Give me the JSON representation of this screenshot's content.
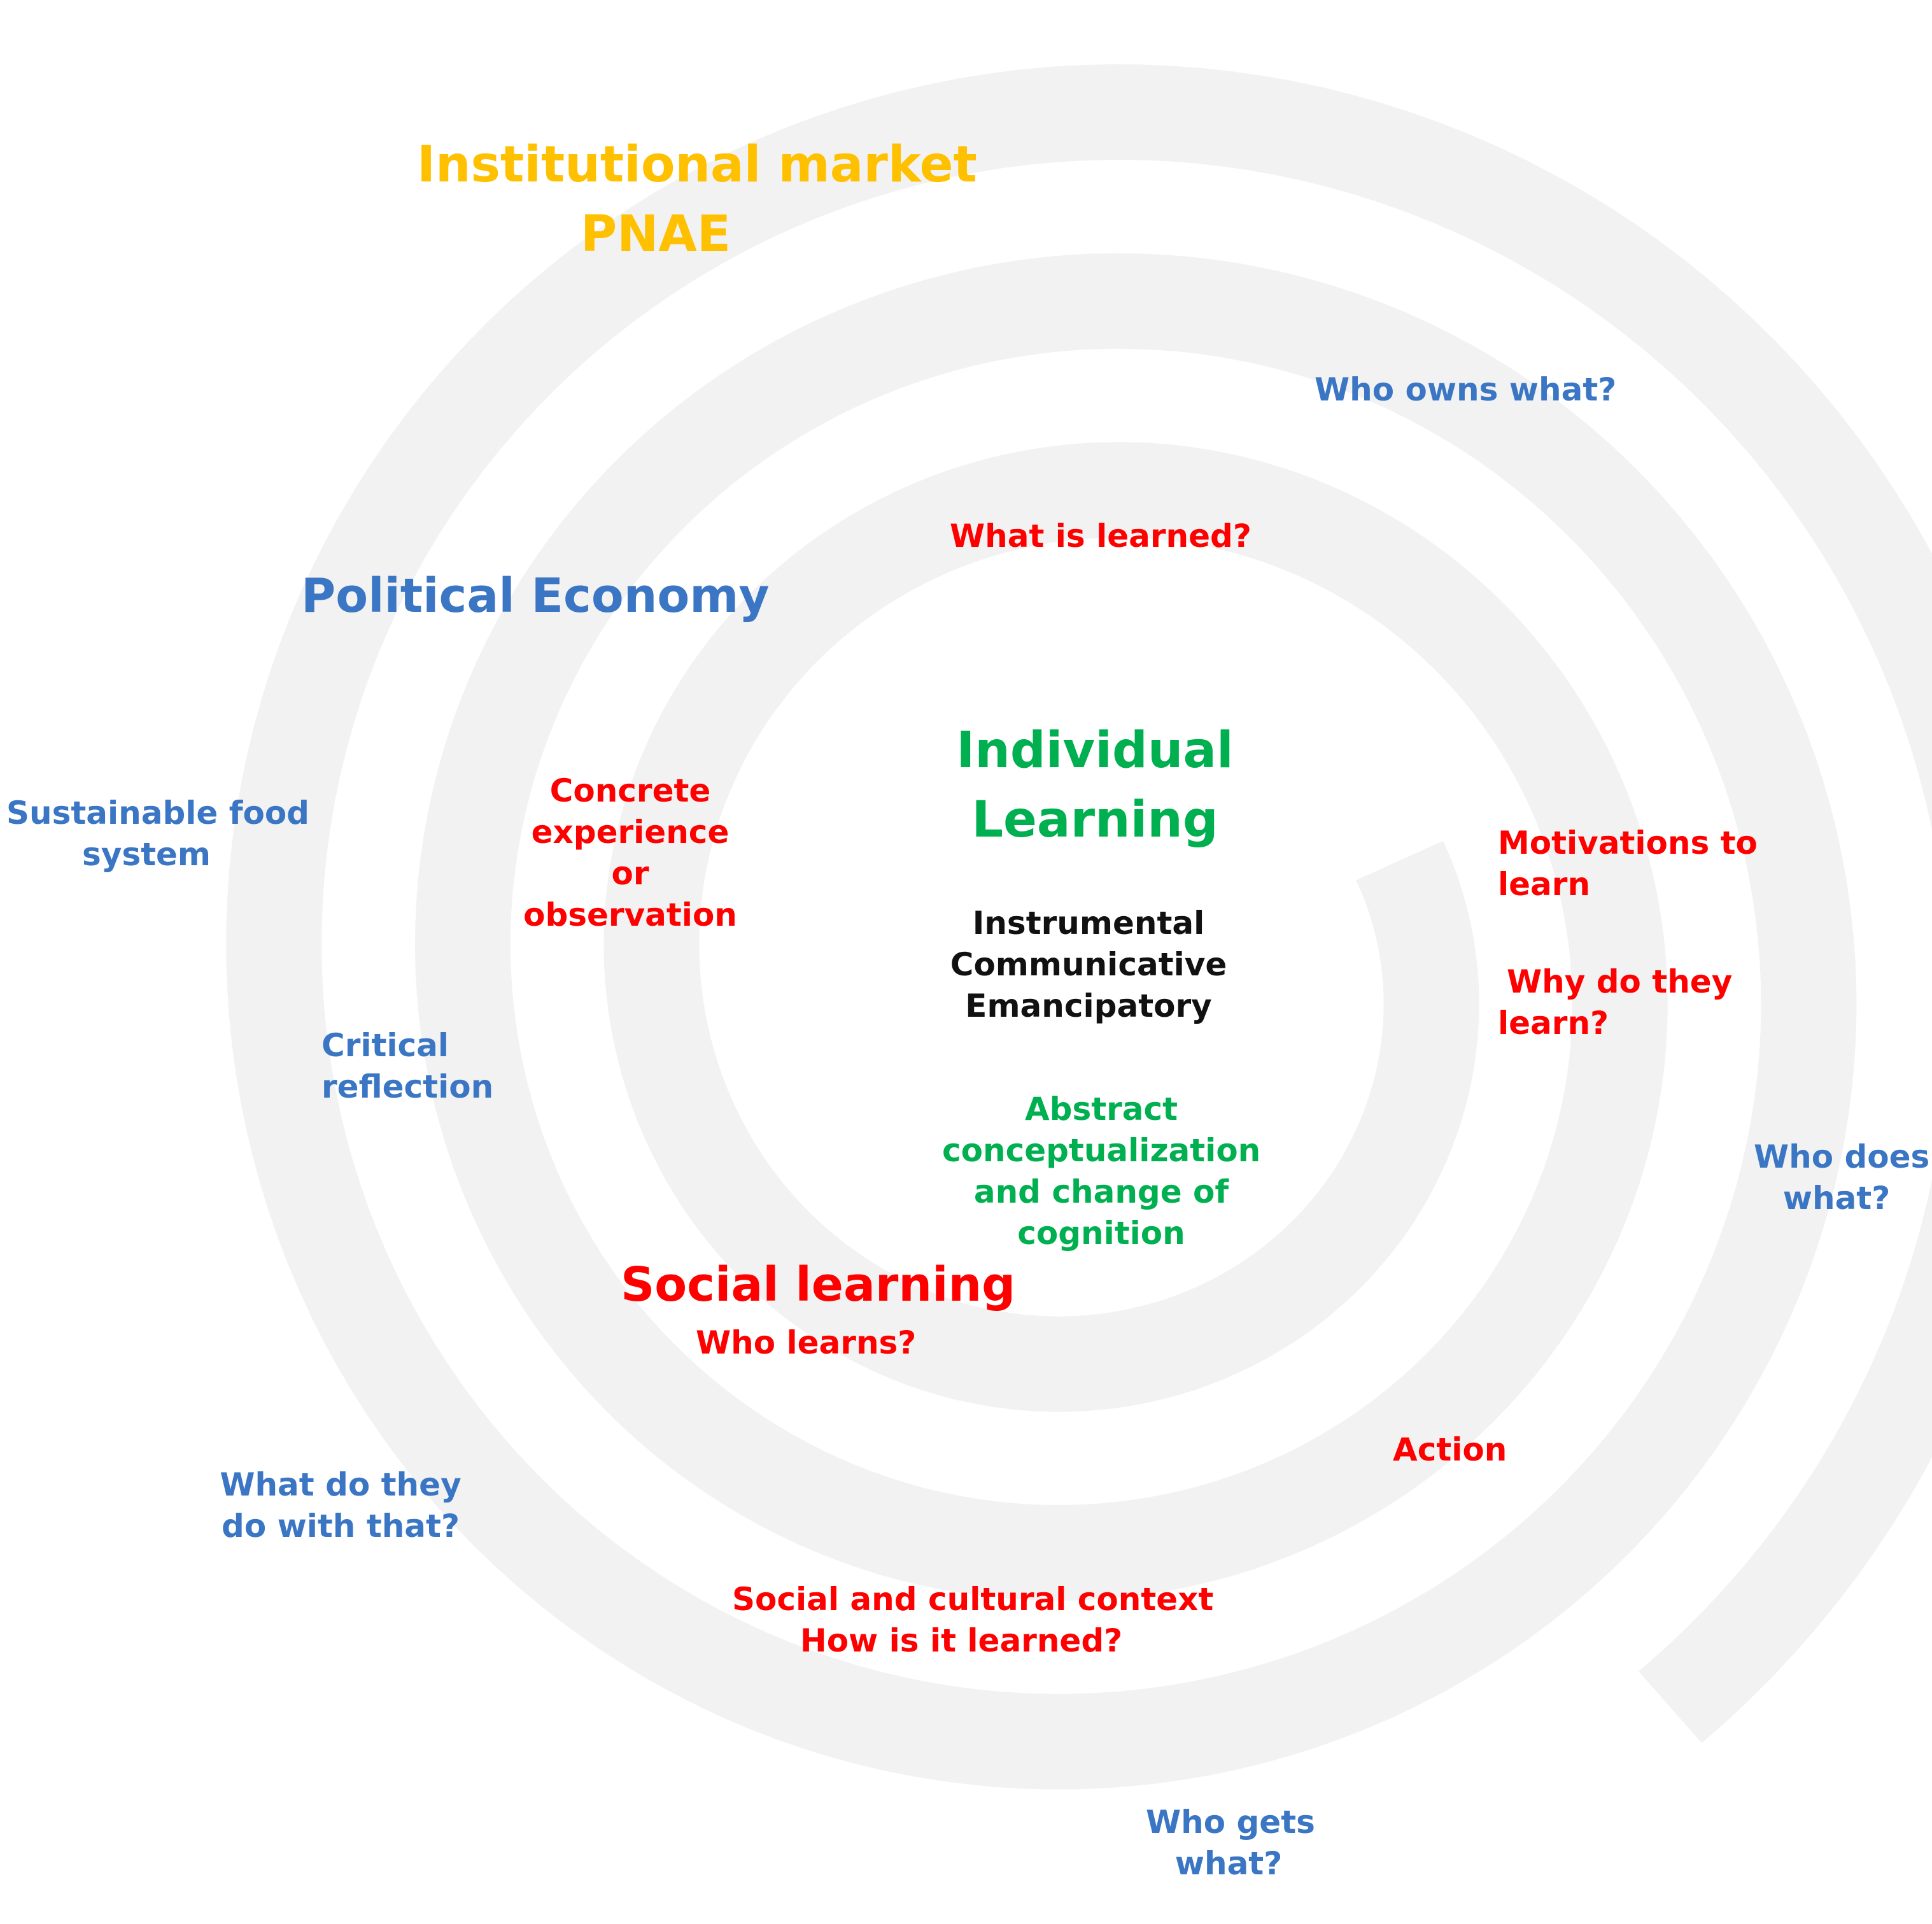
{
  "diagram": {
    "center": {
      "title": [
        "Individual",
        "Learning"
      ],
      "types": [
        "Instrumental",
        "Communicative",
        "Emancipatory"
      ],
      "abstract": [
        "Abstract",
        "conceptualization",
        "and change of",
        "cognition"
      ]
    },
    "social_learning": {
      "title": "Social learning",
      "question": "Who learns?"
    },
    "political_economy": {
      "title": "Political Economy"
    },
    "institutional_market": [
      "Institutional market",
      "PNAE"
    ],
    "learning_cycle": {
      "what_learned": "What is learned?",
      "concrete": [
        "Concrete",
        "experience",
        "or",
        "observation"
      ],
      "motivations": [
        "Motivations to",
        "learn"
      ],
      "why": [
        "Why do they",
        "learn?"
      ],
      "action": "Action",
      "context": [
        "Social and cultural context",
        "How is it learned?"
      ]
    },
    "political_questions": {
      "owns": "Who owns what?",
      "does": [
        "Who does",
        "what?"
      ],
      "gets": [
        "Who gets",
        "what?"
      ],
      "do_with": [
        "What do they",
        "do with that?"
      ],
      "critical": [
        "Critical",
        "reflection"
      ],
      "food_system": [
        "Sustainable food",
        "system"
      ]
    },
    "colors": {
      "spiral": "#f2f2f2",
      "blue": "#3a76c4",
      "red": "#ff0000",
      "green": "#00b050",
      "gold": "#ffc000",
      "black": "#111111"
    }
  }
}
